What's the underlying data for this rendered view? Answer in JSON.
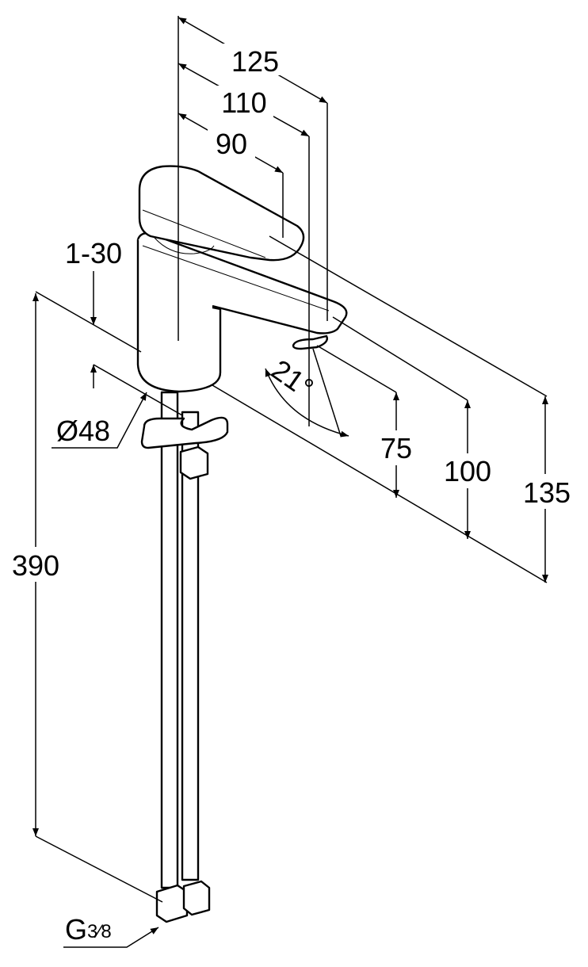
{
  "dimensions": {
    "spout_reach_total": "125",
    "spout_reach_mid": "110",
    "handle_reach": "90",
    "deck_thickness": "1-30",
    "hole_diameter": "Ø48",
    "spray_angle": "21°",
    "spout_height": "75",
    "spout_top_height": "100",
    "overall_height": "135",
    "hose_length": "390",
    "connection_thread_base": "G",
    "connection_thread_fraction": "3⁄8"
  }
}
